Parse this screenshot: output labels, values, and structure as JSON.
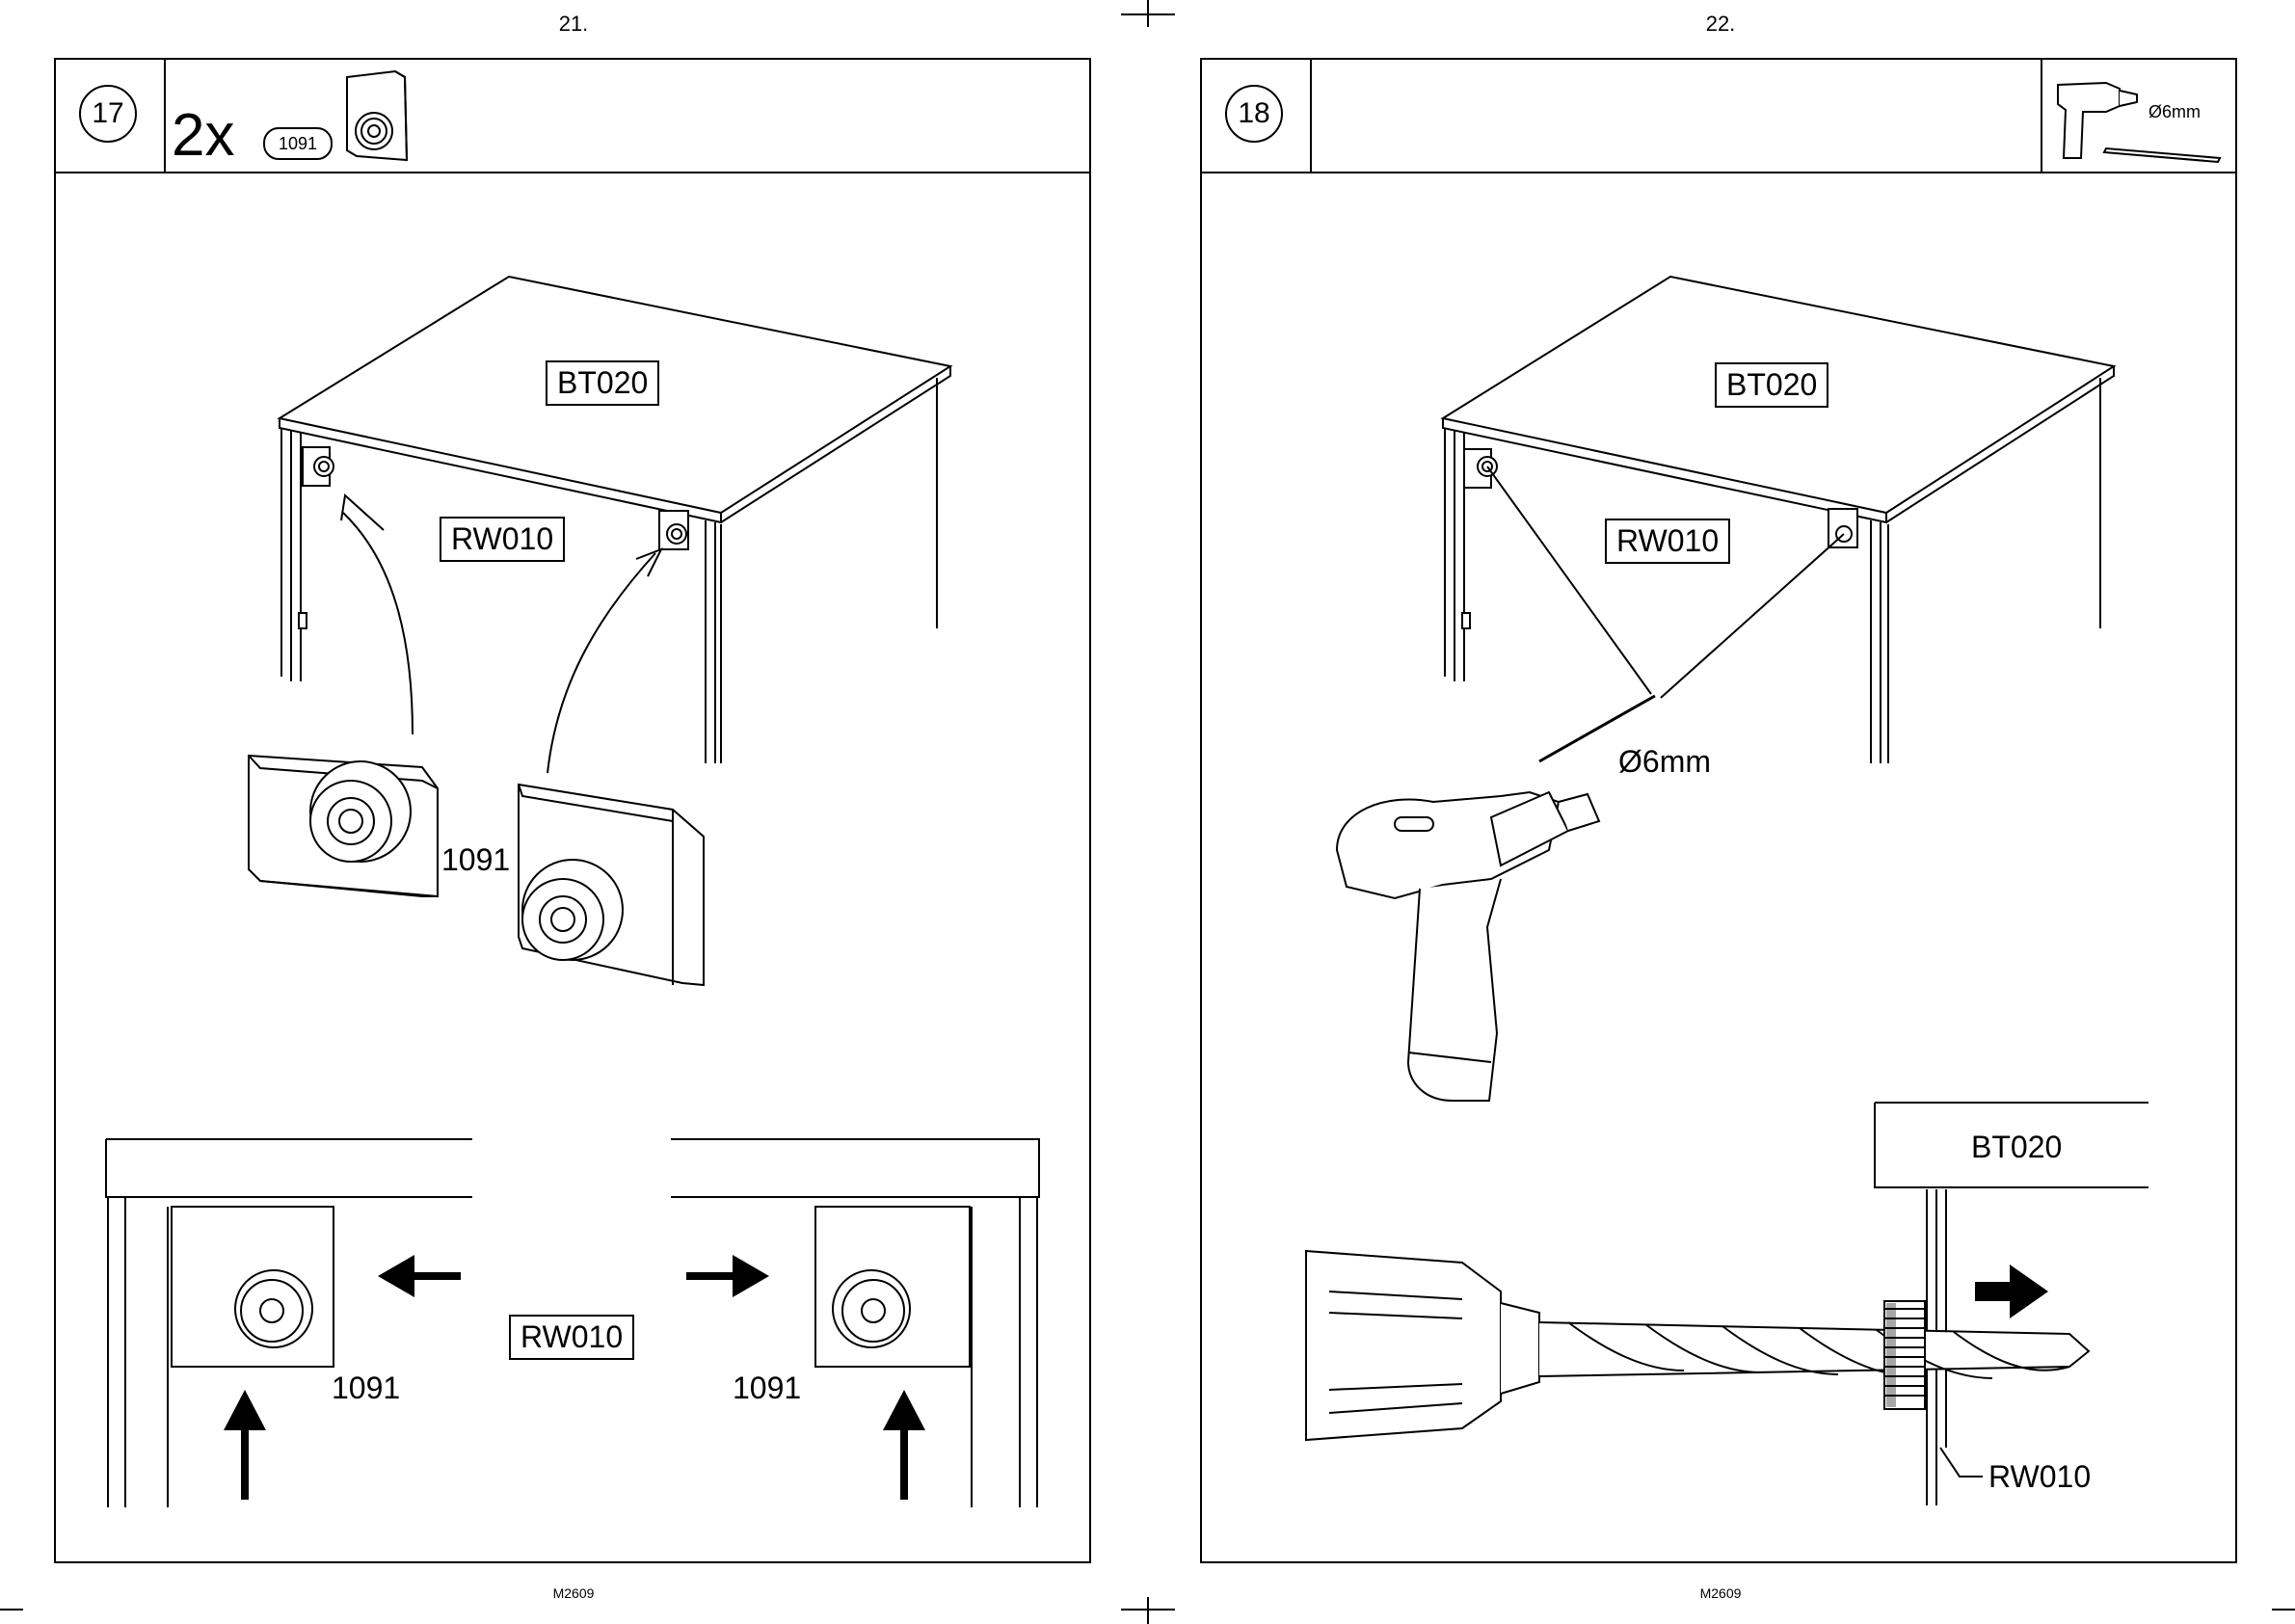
{
  "left_page": {
    "page_number": "21.",
    "footer_code": "M2609",
    "step": "17",
    "quantity": "2x",
    "part_number": "1091",
    "labels": {
      "top_panel": "BT020",
      "back_panel": "RW010",
      "part_callout": "1091",
      "detail_back_panel": "RW010",
      "detail_left_part": "1091",
      "detail_right_part": "1091"
    }
  },
  "right_page": {
    "page_number": "22.",
    "footer_code": "M2609",
    "step": "18",
    "tool_spec": "Ø6mm",
    "labels": {
      "top_panel": "BT020",
      "back_panel": "RW010",
      "drill_size": "Ø6mm",
      "detail_top_panel": "BT020",
      "detail_back_panel": "RW010"
    }
  }
}
